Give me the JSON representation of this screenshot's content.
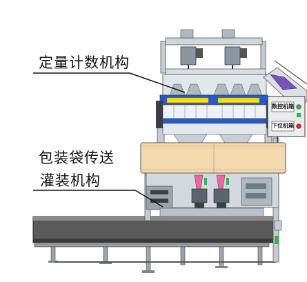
{
  "callouts": {
    "metering": "定量计数机构",
    "bag_transfer_line1": "包装袋传送",
    "bag_transfer_line2": "灌装机构"
  },
  "control_panel": {
    "upper_label": "数控机箱",
    "lower_label": "下位机箱"
  },
  "colors": {
    "steel": "#b7c2cc",
    "steel_dark": "#6d7a86",
    "frame_blue": "#2b58c8",
    "hopper_yellow": "#f2df1f",
    "belt_cover": "#f3d9b0",
    "conveyor": "#4b4b4b",
    "feeder_purple": "#7a52b8",
    "pink_nozzle": "#e86aa0",
    "green_accent": "#3bb04a",
    "panel_red": "#d22a2a"
  }
}
